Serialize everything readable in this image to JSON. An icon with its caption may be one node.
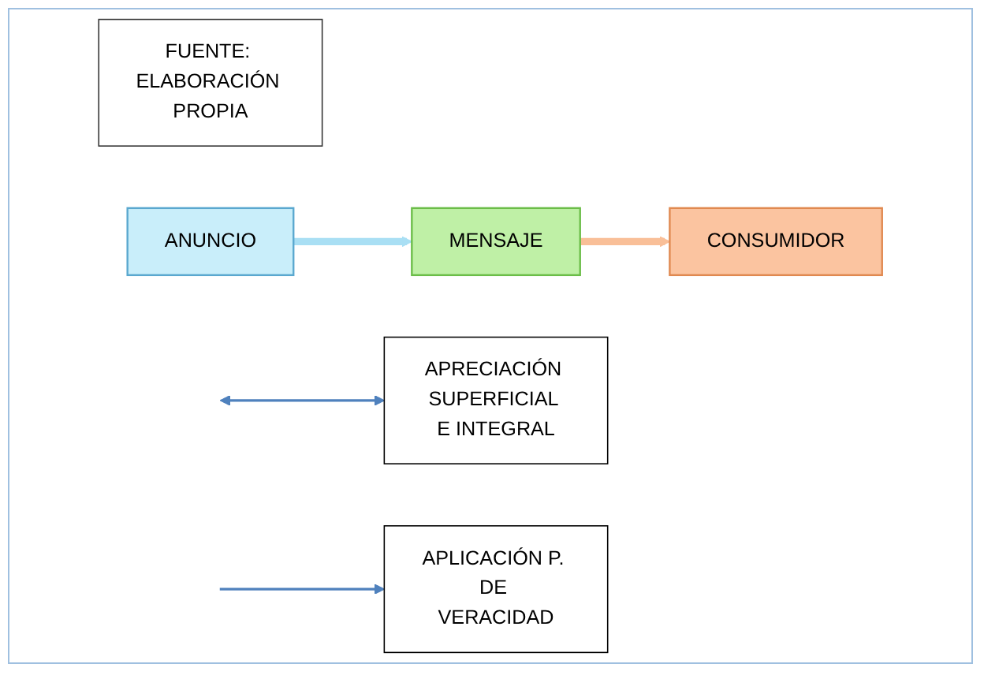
{
  "diagram": {
    "nodes": [
      {
        "text": [
          "FUENTE: ELABORACIÓN PROPIA"
        ]
      },
      {
        "text": [
          "ANUNCIO"
        ]
      },
      {
        "text": [
          "MENSAJE"
        ]
      },
      {
        "text": [
          "CONSUMIDOR"
        ]
      },
      {
        "text": [
          "APRECIACIÓN SUPERFICIAL E INTEGRAL"
        ]
      },
      {
        "text": [
          "APLICACIÓN P. DE VERACIDAD"
        ]
      }
    ],
    "edges": [
      {
        "from": 1,
        "to": 2,
        "arrow": "to",
        "style": "thick",
        "color": "#a9dff4"
      },
      {
        "from": 2,
        "to": 3,
        "arrow": "to",
        "style": "thick",
        "color": "#f9bf98"
      },
      {
        "from": null,
        "to": 4,
        "arrow": "both"
      },
      {
        "from": null,
        "to": 5,
        "arrow": "to"
      }
    ]
  }
}
